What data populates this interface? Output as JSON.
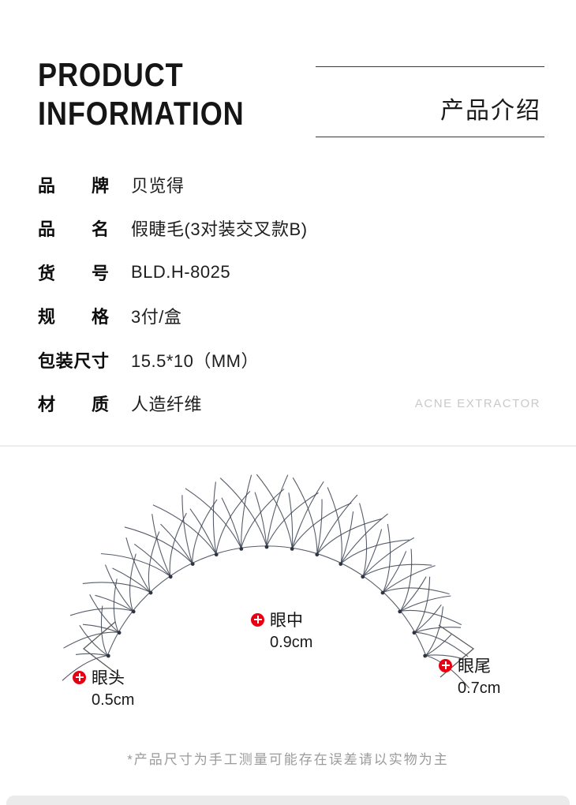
{
  "header": {
    "title_line1": "PRODUCT",
    "title_line2": "INFORMATION",
    "subtitle_cn": "产品介绍"
  },
  "specs": [
    {
      "label": "品牌",
      "value": "贝览得"
    },
    {
      "label": "品名",
      "value": "假睫毛(3对装交叉款B)"
    },
    {
      "label": "货号",
      "value": "BLD.H-8025"
    },
    {
      "label": "规格",
      "value": "3付/盒"
    },
    {
      "label": "包装尺寸",
      "value": "15.5*10（MM）"
    },
    {
      "label": "材质",
      "value": "人造纤维"
    }
  ],
  "watermark": "ACNE EXTRACTOR",
  "diagram": {
    "annotations": {
      "middle": {
        "label": "眼中",
        "value": "0.9cm"
      },
      "inner": {
        "label": "眼头",
        "value": "0.5cm"
      },
      "outer": {
        "label": "眼尾",
        "value": "0.7cm"
      }
    }
  },
  "footnote": "*产品尺寸为手工测量可能存在误差请以实物为主",
  "colors": {
    "accent_red": "#e60012",
    "lash": "#3a4150"
  }
}
